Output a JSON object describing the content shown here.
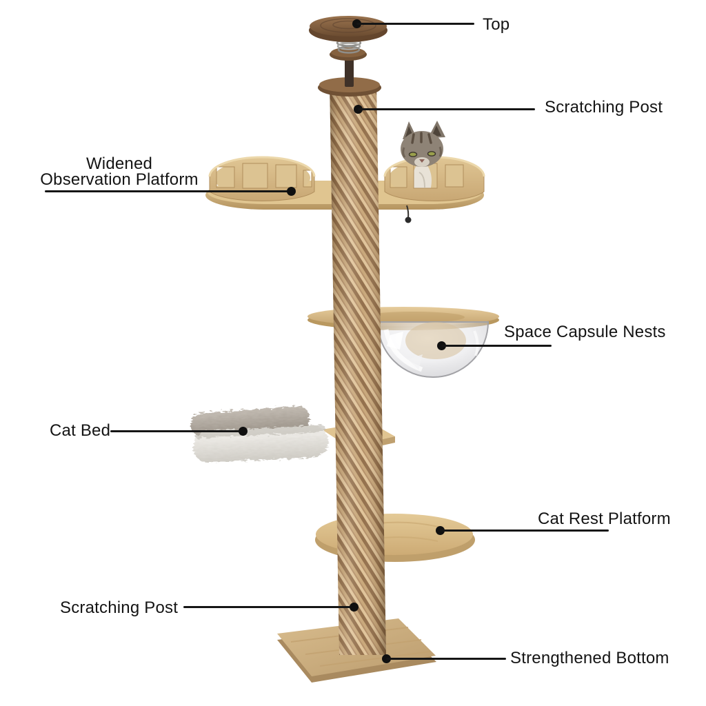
{
  "page": {
    "background": "#ffffff",
    "type": "product-annotation-diagram",
    "subject": "floor-to-ceiling cat tree"
  },
  "callouts": {
    "top": {
      "label": "Top",
      "side": "right"
    },
    "scratching_post_upper": {
      "label": "Scratching Post",
      "side": "right"
    },
    "widened_observation_platform": {
      "line1": "Widened",
      "line2": "Observation Platform",
      "side": "left"
    },
    "space_capsule_nests": {
      "label": "Space Capsule Nests",
      "side": "right"
    },
    "cat_bed": {
      "label": "Cat Bed",
      "side": "left"
    },
    "cat_rest_platform": {
      "label": "Cat Rest Platform",
      "side": "right"
    },
    "scratching_post_lower": {
      "label": "Scratching Post",
      "side": "left"
    },
    "strengthened_bottom": {
      "label": "Strengthened Bottom",
      "side": "right"
    }
  },
  "illustration": {
    "parts": [
      "ceiling-mount-disc",
      "tension-spring",
      "connector-disc",
      "hanging-rod",
      "post-cap",
      "sisal-scratching-post",
      "observation-deck",
      "observation-fence-left",
      "observation-fence-right",
      "cat",
      "toy-ball",
      "capsule-platform-ring",
      "capsule-dome",
      "bed-support-board",
      "plush-cat-bed",
      "cat-rest-platform",
      "base-plate"
    ]
  },
  "palette": {
    "callout_line": "#151515",
    "label_text": "#141414",
    "rope": "#c9a87b",
    "rope_shadow": "#94714d",
    "rope_highlight": "#e0c49a",
    "platform_wood_light": "#e3c997",
    "platform_wood_dark": "#c6a572",
    "mount_wood": "#8a6745",
    "base_wood": "#cdb086",
    "bed_white": "#eceae5",
    "bed_gray": "#b3aca3",
    "dome_glass": "#c9c9cd",
    "cat_fur": "#8e8376"
  }
}
